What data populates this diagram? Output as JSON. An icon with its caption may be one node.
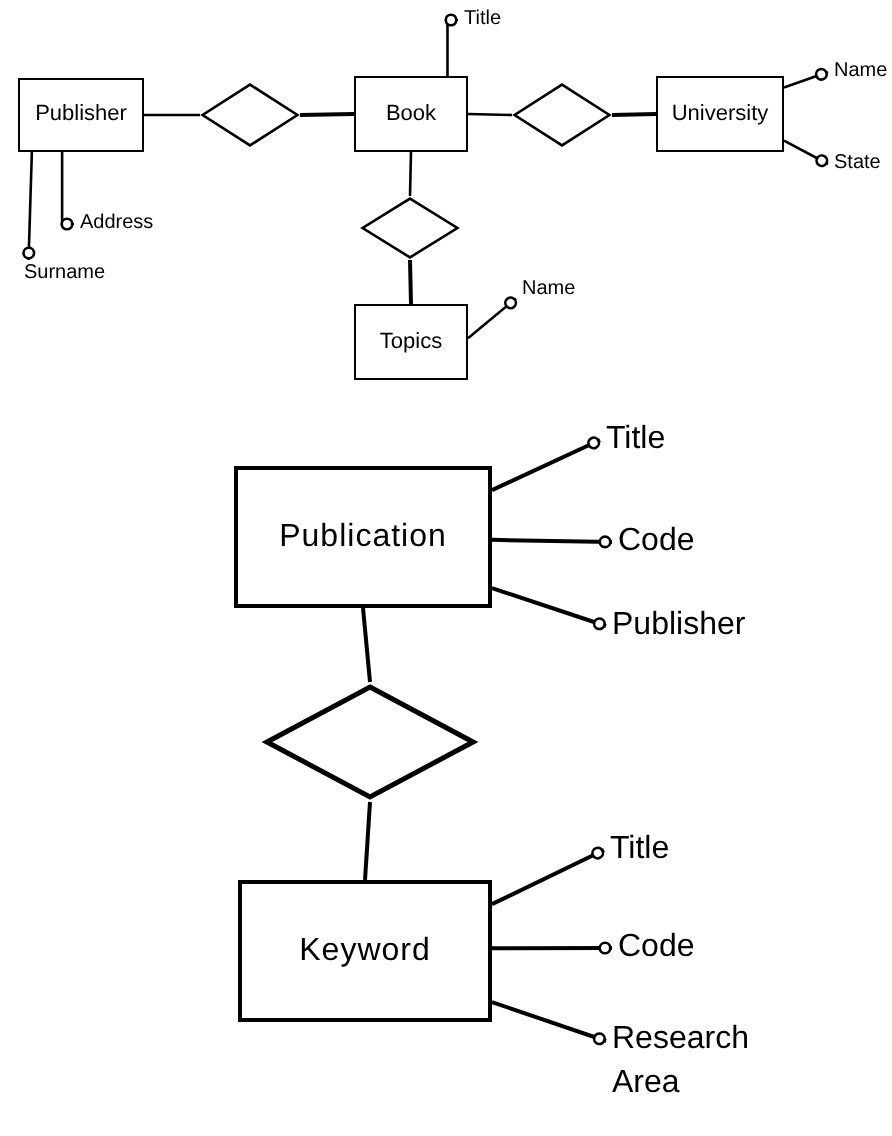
{
  "diagram": {
    "nodes": [
      {
        "text": [
          "Publisher"
        ]
      },
      {
        "text": [],
        "shape": "diamond"
      },
      {
        "text": [
          "Book"
        ]
      },
      {
        "text": [],
        "shape": "diamond"
      },
      {
        "text": [
          "University"
        ]
      },
      {
        "text": [],
        "shape": "diamond"
      },
      {
        "text": [
          "Topics"
        ]
      },
      {
        "text": [
          "Title"
        ]
      },
      {
        "text": [
          "Name"
        ]
      },
      {
        "text": [
          "State"
        ]
      },
      {
        "text": [
          "Address"
        ]
      },
      {
        "text": [
          "Surname"
        ]
      },
      {
        "text": [
          "Name"
        ]
      },
      {
        "text": [
          "Publication"
        ]
      },
      {
        "text": [],
        "shape": "diamond"
      },
      {
        "text": [
          "Keyword"
        ]
      },
      {
        "text": [
          "Title"
        ]
      },
      {
        "text": [
          "Code"
        ]
      },
      {
        "text": [
          "Publisher"
        ]
      },
      {
        "text": [
          "Title"
        ]
      },
      {
        "text": [
          "Code"
        ]
      },
      {
        "text": [
          "Research Area"
        ]
      }
    ],
    "edges": [
      {
        "from": 0,
        "to": 1,
        "arrow": "none"
      },
      {
        "from": 1,
        "to": 2,
        "arrow": "none"
      },
      {
        "from": 2,
        "to": 3,
        "arrow": "none"
      },
      {
        "from": 3,
        "to": 4,
        "arrow": "none"
      },
      {
        "from": 2,
        "to": 5,
        "arrow": "none"
      },
      {
        "from": 5,
        "to": 6,
        "arrow": "none"
      },
      {
        "from": 2,
        "to": 7,
        "arrow": "other"
      },
      {
        "from": 4,
        "to": 8,
        "arrow": "other"
      },
      {
        "from": 4,
        "to": 9,
        "arrow": "other"
      },
      {
        "from": 0,
        "to": 10,
        "arrow": "other"
      },
      {
        "from": 0,
        "to": 11,
        "arrow": "other"
      },
      {
        "from": 6,
        "to": 12,
        "arrow": "other"
      },
      {
        "from": 13,
        "to": 14,
        "arrow": "none"
      },
      {
        "from": 14,
        "to": 15,
        "arrow": "none"
      },
      {
        "from": 13,
        "to": 16,
        "arrow": "other"
      },
      {
        "from": 13,
        "to": 17,
        "arrow": "other"
      },
      {
        "from": 13,
        "to": 18,
        "arrow": "other"
      },
      {
        "from": 15,
        "to": 19,
        "arrow": "other"
      },
      {
        "from": 15,
        "to": 20,
        "arrow": "other"
      },
      {
        "from": 15,
        "to": 21,
        "arrow": "other"
      }
    ]
  }
}
